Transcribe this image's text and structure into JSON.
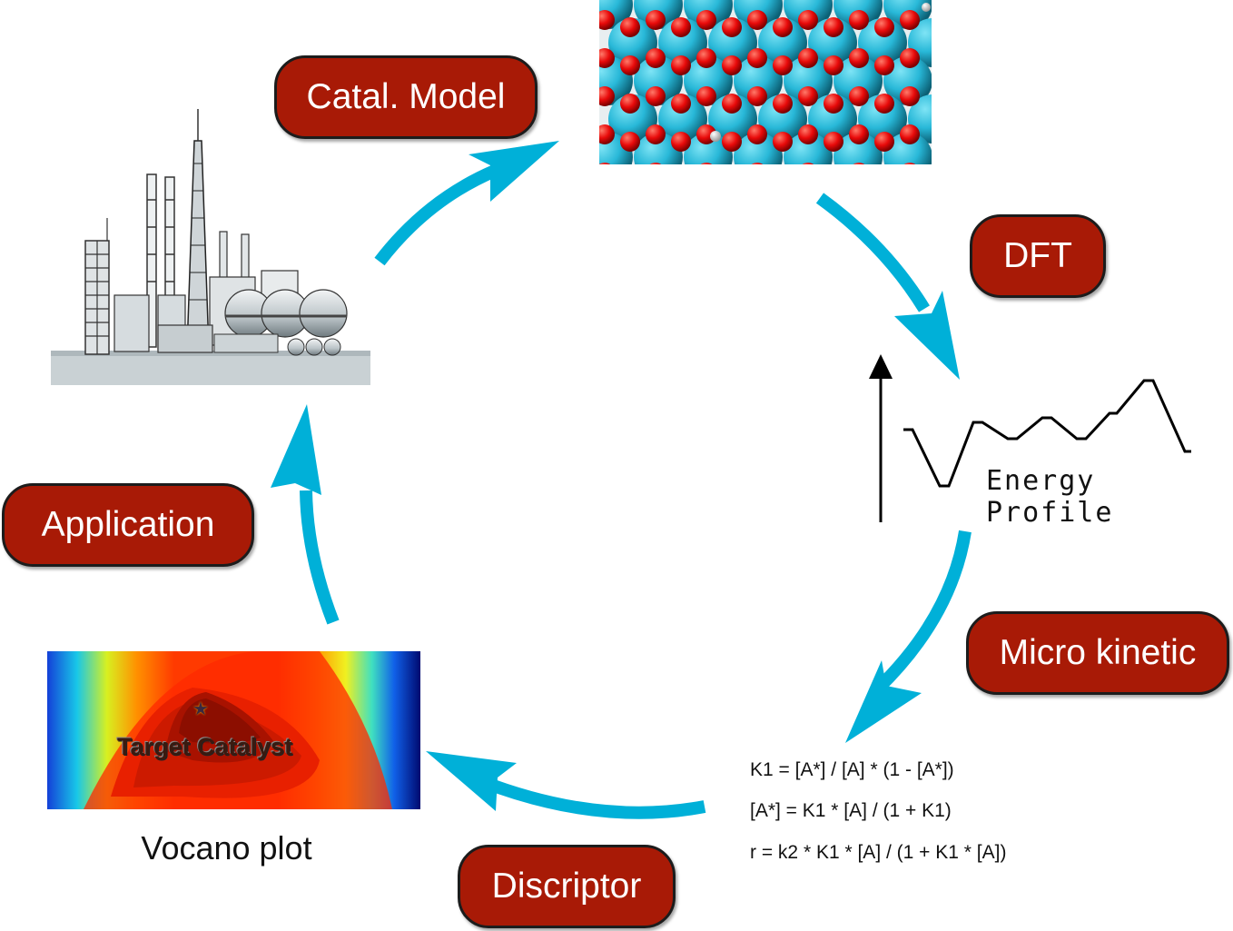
{
  "diagram": {
    "title": "Catalyst design cycle",
    "colors": {
      "arrow": "#00b0d8",
      "pill_fill": "#a81a06",
      "pill_text": "#ffffff",
      "pill_border": "#1c1c1c"
    },
    "steps": [
      {
        "id": "model",
        "label": "Catal. Model"
      },
      {
        "id": "dft",
        "label": "DFT"
      },
      {
        "id": "micro",
        "label": "Micro kinetic"
      },
      {
        "id": "disc",
        "label": "Discriptor"
      },
      {
        "id": "app",
        "label": "Application"
      }
    ],
    "energy_profile": {
      "label": "Energy Profile"
    },
    "equations": [
      "K1 = [A*] / [A] * (1 - [A*])",
      "[A*] = K1 * [A] / (1 + K1)",
      "r = k2 * K1 * [A] / (1 + K1 * [A])"
    ],
    "volcano": {
      "caption": "Vocano plot",
      "marker_label": "Target Catalyst",
      "marker_icon": "star-icon"
    },
    "images": {
      "surface": "catalyst-surface-model-image",
      "factory": "chemical-plant-image"
    }
  }
}
